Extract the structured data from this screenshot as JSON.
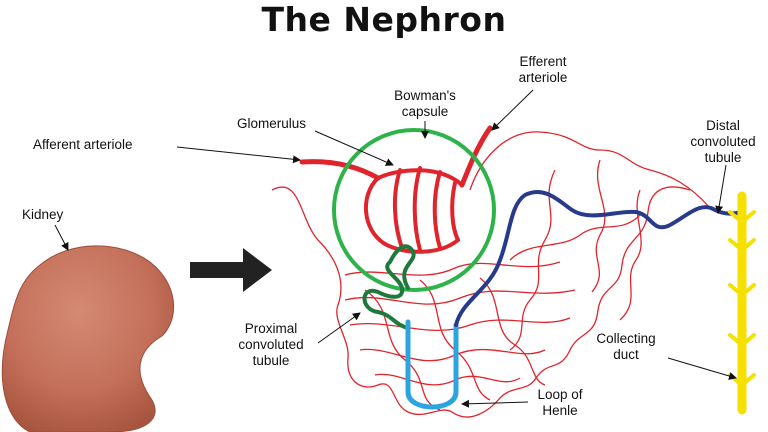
{
  "title": "The Nephron",
  "labels": {
    "efferent_arteriole": [
      "Efferent",
      "arteriole"
    ],
    "bowmans_capsule": [
      "Bowman's",
      "capsule"
    ],
    "glomerulus": "Glomerulus",
    "afferent_arteriole": "Afferent arteriole",
    "distal_convoluted_tubule": [
      "Distal",
      "convoluted",
      "tubule"
    ],
    "kidney": "Kidney",
    "proximal_convoluted_tubule": [
      "Proximal",
      "convoluted",
      "tubule"
    ],
    "collecting_duct": [
      "Collecting",
      "duct"
    ],
    "loop_of_henle": [
      "Loop of",
      "Henle"
    ]
  },
  "colors": {
    "capillary": "#e0242c",
    "capsule": "#2eb24a",
    "proximal_tubule": "#1e7a3c",
    "distal_tubule": "#283a8c",
    "loop": "#2ba4df",
    "collecting_duct": "#f5e000",
    "kidney": "#c4705a",
    "arrow": "#222222"
  }
}
